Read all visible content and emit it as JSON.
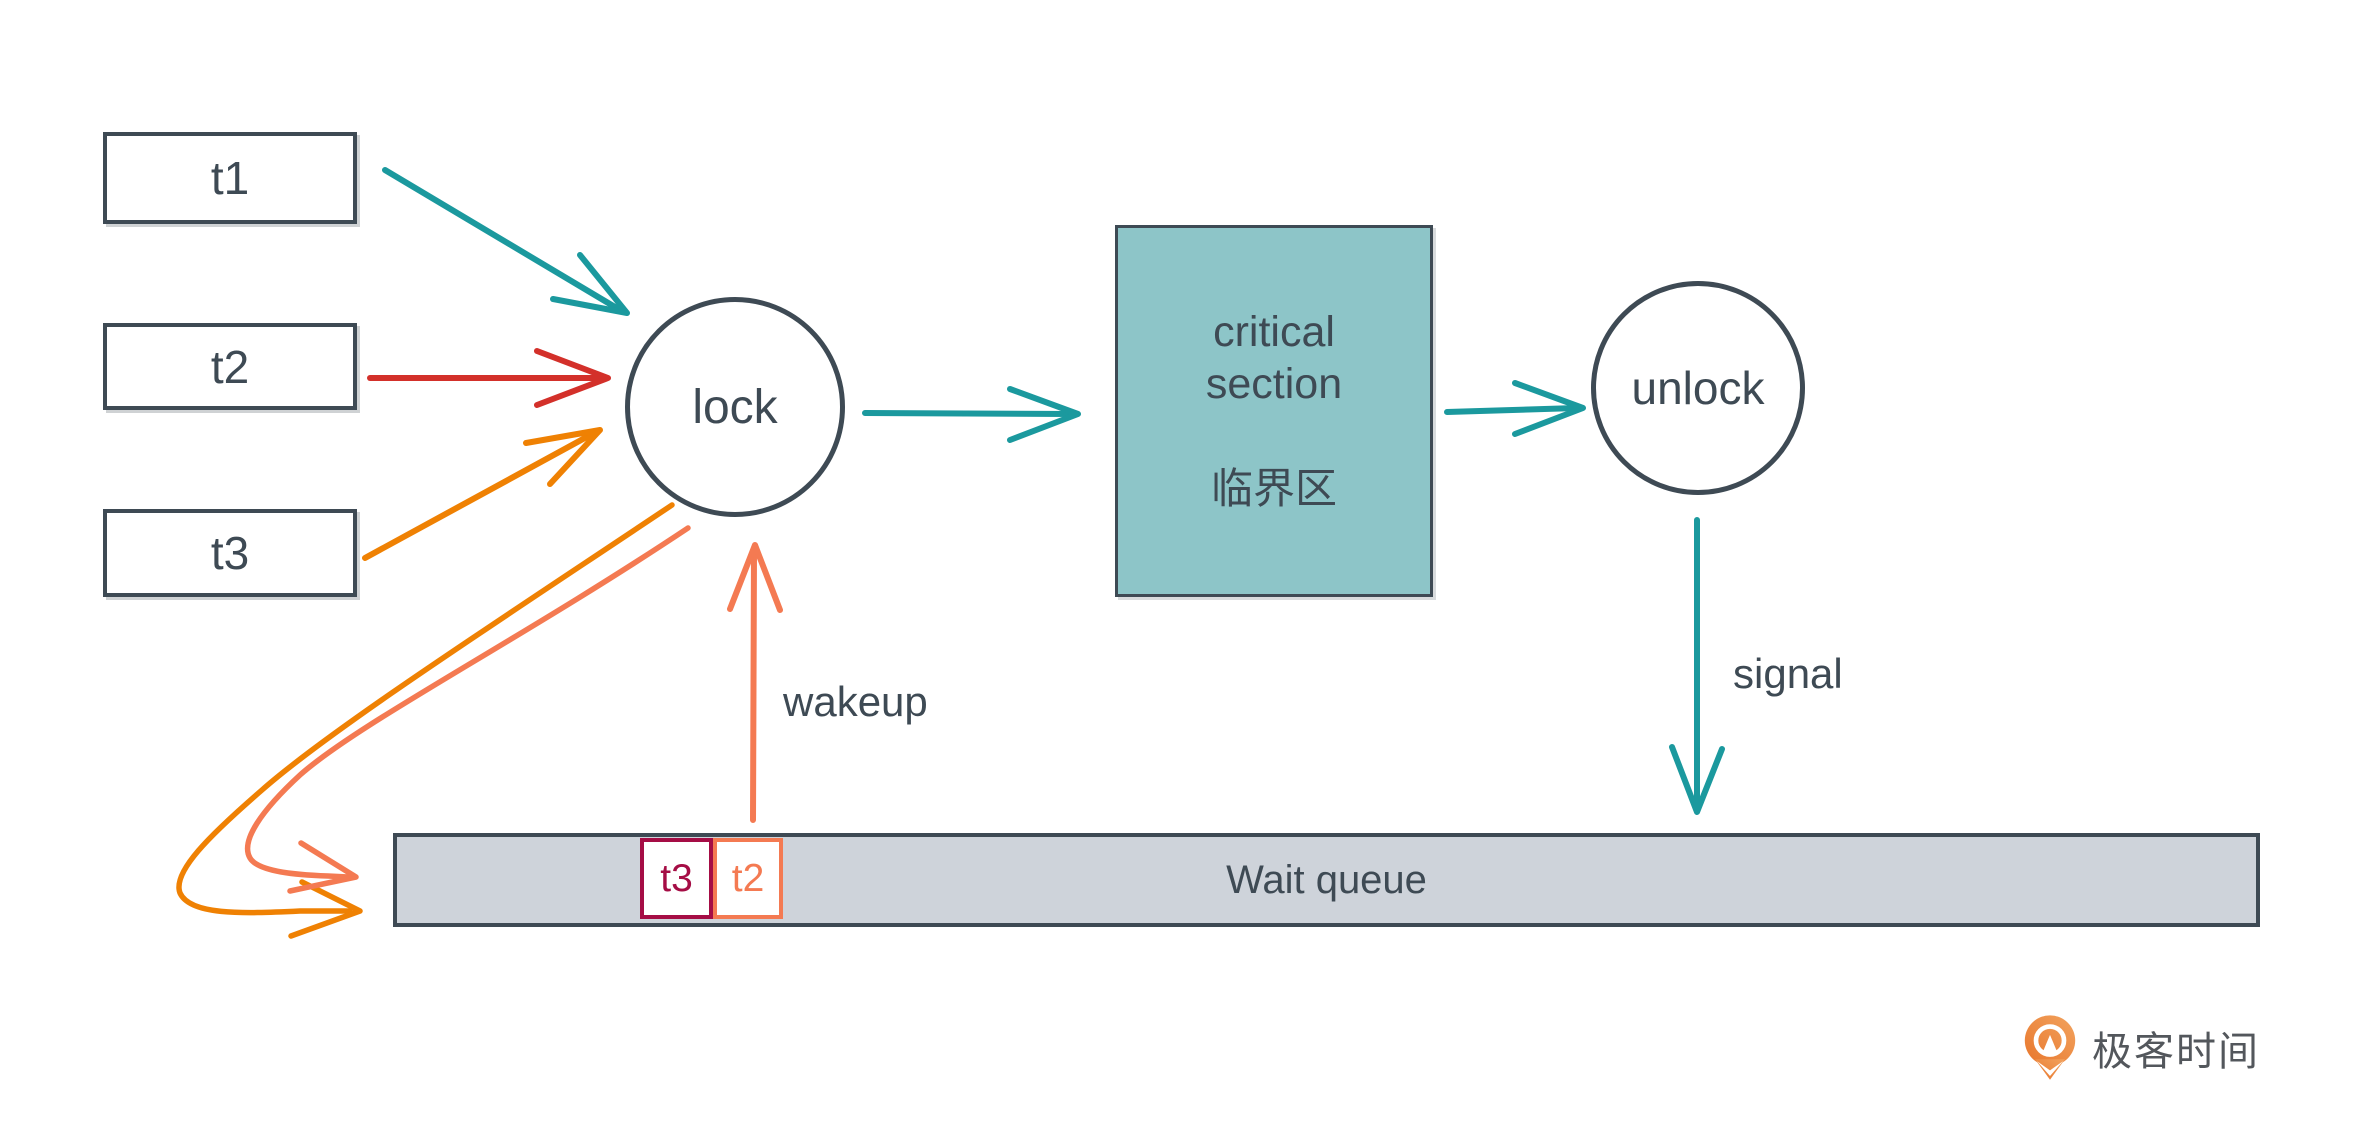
{
  "colors": {
    "slate": "#3e4a54",
    "teal": "#1b999e",
    "red": "#d3302a",
    "orange": "#ef8103",
    "coral": "#f47a52",
    "crimson": "#a50d45",
    "critical-fill": "#8dc5c8",
    "queue-fill": "#ced3da",
    "logo-orange": "#e8762c",
    "logo-orange-light": "#f2a35e",
    "logo-text": "#53575c"
  },
  "diagram": {
    "threads": [
      {
        "label": "t1"
      },
      {
        "label": "t2"
      },
      {
        "label": "t3"
      }
    ],
    "lock_label": "lock",
    "unlock_label": "unlock",
    "critical_section": {
      "line1": "critical",
      "line2": "section",
      "line3": "临界区"
    },
    "signal_label": "signal",
    "wakeup_label": "wakeup",
    "wait_queue": {
      "label": "Wait queue",
      "items": [
        {
          "label": "t3"
        },
        {
          "label": "t2"
        }
      ]
    }
  },
  "logo": {
    "text": "极客时间"
  }
}
